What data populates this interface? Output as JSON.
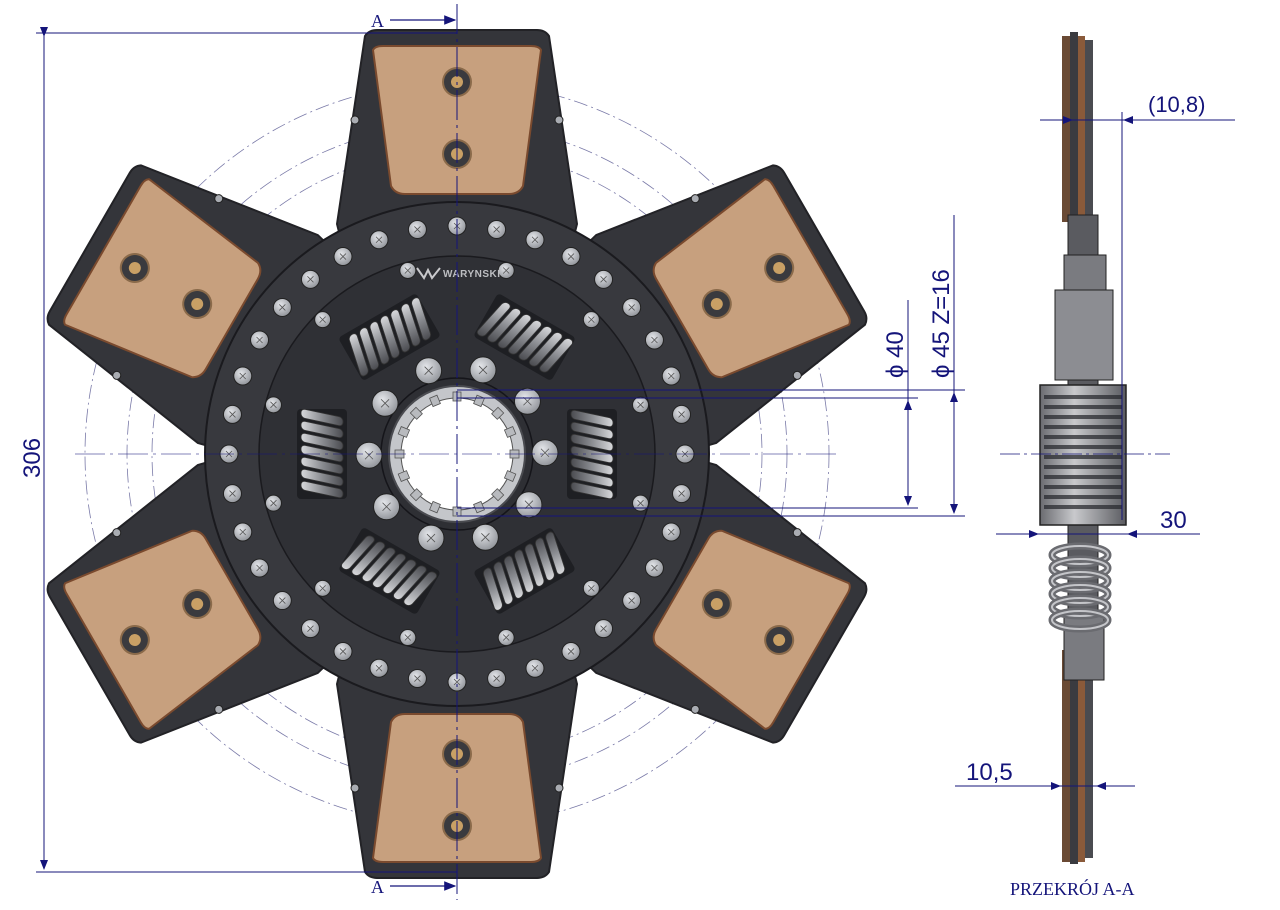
{
  "drawing": {
    "section_marker_top": "A",
    "section_marker_bottom": "A",
    "section_title": "PRZEKRÓJ A-A",
    "brand_mark": "WARYNSKI",
    "colors": {
      "line": "#14147a",
      "metal": "#34353a",
      "metal_dark": "#222226",
      "friction": "#c7a07e",
      "friction_edge": "#7a4a2e",
      "rivet": "#a9acb2",
      "spring": "#9a9ca2"
    }
  },
  "dimensions": {
    "overall_diameter": "306",
    "hub_inner": "ϕ 40",
    "hub_outer": "ϕ 45 Z=16",
    "pad_thickness": "(10,8)",
    "hub_width": "30",
    "plate_thickness": "10,5"
  }
}
